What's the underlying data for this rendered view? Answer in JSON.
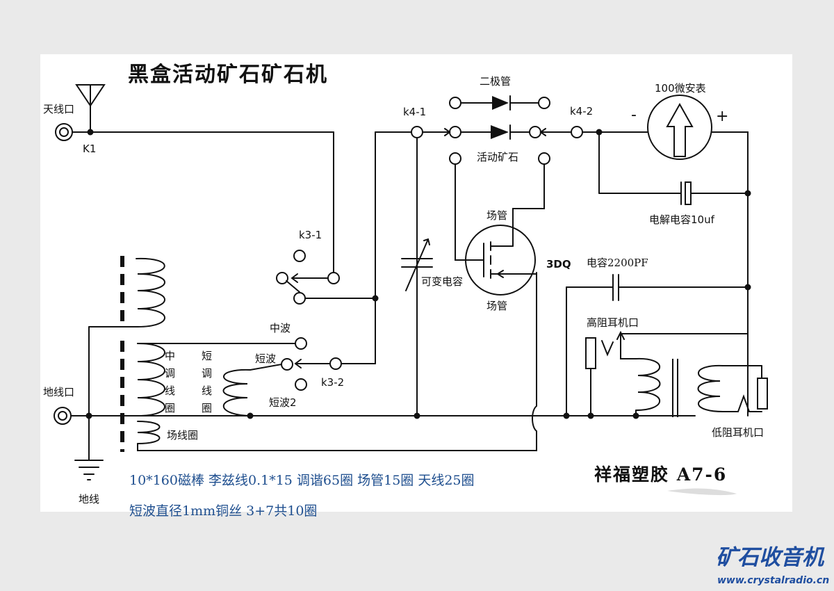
{
  "title": "黑盒活动矿石矿石机",
  "labels": {
    "antenna": "天线口",
    "k1": "K1",
    "ground_port": "地线口",
    "ground": "地线",
    "k3_1": "k3-1",
    "k3_2": "k3-2",
    "k4_1": "k4-1",
    "k4_2": "k4-2",
    "diode": "二极管",
    "crystal": "活动矿石",
    "meter": "100微安表",
    "meter_minus": "-",
    "meter_plus": "+",
    "electrolytic": "电解电容10uf",
    "fet_top": "场管",
    "fet_bottom": "场管",
    "fet_model": "3DQ",
    "var_cap": "可变电容",
    "cap_2200": "电容2200PF",
    "hi_z_jack": "高阻耳机口",
    "lo_z_jack": "低阻耳机口",
    "mw": "中波",
    "sw": "短波",
    "sw2": "短波2",
    "mw_coil": [
      "中",
      "调",
      "线",
      "圈"
    ],
    "sw_coil": [
      "短",
      "调",
      "线",
      "圈"
    ],
    "fet_coil": "场线圈"
  },
  "notes": {
    "line1": "10*160磁棒  李兹线0.1*15 调谐65圈   场管15圈   天线25圈",
    "line2": "短波直径1mm铜丝 3+7共10圈"
  },
  "brand": "祥福塑胶 A7-6",
  "watermark": {
    "name": "矿石收音机",
    "url": "www.crystalradio.cn"
  },
  "colors": {
    "ink": "#111111",
    "note": "#1f4f8f",
    "watermark": "#1f4ea0"
  }
}
